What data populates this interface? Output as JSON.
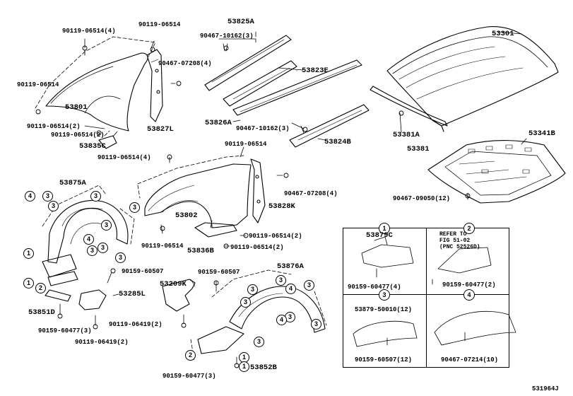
{
  "diagram_id": "531964J",
  "parts": {
    "p53301": "53301",
    "p53381A": "53381A",
    "p53381": "53381",
    "p53341B": "53341B",
    "p90467_09050": "90467-09050(12)",
    "p53825A": "53825A",
    "p90467_10162_a": "90467-10162(3)",
    "p53823E": "53823E",
    "p53826A": "53826A",
    "p90467_10162_b": "90467-10162(3)",
    "p53824B": "53824B",
    "p90119_06514_4a": "90119-06514(4)",
    "p90119_06514_top": "90119-06514",
    "p90467_07208_a": "90467-07208(4)",
    "p90119_06514_left": "90119-06514",
    "p53801": "53801",
    "p90119_06514_2a": "90119-06514(2)",
    "p90119_06514_2b": "90119-06514(2)",
    "p53835C": "53835C",
    "p53827L": "53827L",
    "p90119_06514_4b": "90119-06514(4)",
    "p90119_06514_mid": "90119-06514",
    "p90467_07208_b": "90467-07208(4)",
    "p53828K": "53828K",
    "p53802": "53802",
    "p90119_06514_bot": "90119-06514",
    "p53836B": "53836B",
    "p90119_06514_2c": "90119-06514(2)",
    "p90119_06514_2d": "90119-06514(2)",
    "p53875A": "53875A",
    "p90159_60507_a": "90159-60507",
    "p53285L": "53285L",
    "p53851D": "53851D",
    "p90159_60477_3a": "90159-60477(3)",
    "p90119_06419_2a": "90119-06419(2)",
    "p90159_60507_b": "90159-60507",
    "p53209K": "53209K",
    "p90119_06419_2b": "90119-06419(2)",
    "p53876A": "53876A",
    "p53852B": "53852B",
    "p90159_60477_3b": "90159-60477(3)"
  },
  "detail_boxes": {
    "b1_num": "1",
    "b1_part": "53879C",
    "b1_fastener": "90159-60477(4)",
    "b2_num": "2",
    "b2_note1": "REFER TO",
    "b2_note2": "FIG 51-02",
    "b2_note3": "(PNC 52526D)",
    "b2_fastener": "90159-60477(2)",
    "b3_num": "3",
    "b3_part": "53879-50010(12)",
    "b3_fastener": "90159-60507(12)",
    "b4_num": "4",
    "b4_fastener": "90467-07214(10)"
  },
  "callouts": {
    "c1": "1",
    "c2": "2",
    "c3": "3",
    "c4": "4"
  },
  "colors": {
    "line": "#000000",
    "background": "#ffffff"
  }
}
